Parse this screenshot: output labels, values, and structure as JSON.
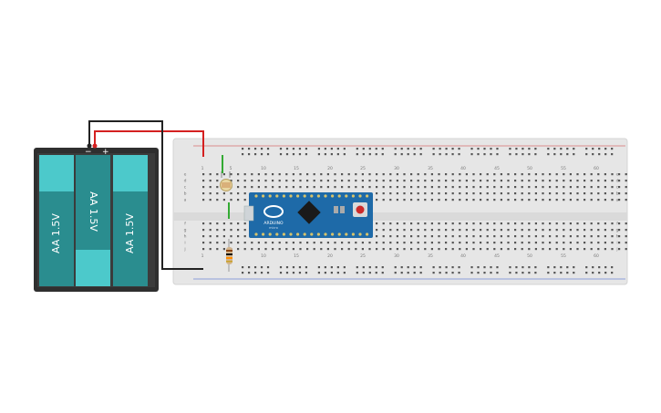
{
  "canvas": {
    "background": "#ffffff"
  },
  "battery_pack": {
    "cells": [
      {
        "label": "AA 1.5V",
        "orientation": "up"
      },
      {
        "label": "AA 1.5V",
        "orientation": "down"
      },
      {
        "label": "AA 1.5V",
        "orientation": "up"
      }
    ],
    "terminal_minus": "−",
    "terminal_plus": "+",
    "case_color": "#2f2f2f",
    "cell_color": "#2a8d8f",
    "cell_highlight": "#4cc9cb"
  },
  "breadboard": {
    "color": "#e6e6e6",
    "column_numbers_top": [
      "1",
      "5",
      "10",
      "15",
      "20",
      "25",
      "30",
      "35",
      "40",
      "45",
      "50",
      "55",
      "60"
    ],
    "column_numbers_bottom": [
      "1",
      "5",
      "10",
      "15",
      "20",
      "25",
      "30",
      "35",
      "40",
      "45",
      "50",
      "55",
      "60"
    ],
    "row_letters_top": [
      "a",
      "b",
      "c",
      "d",
      "e"
    ],
    "row_letters_bottom": [
      "f",
      "g",
      "h",
      "i",
      "j"
    ],
    "rail_minus_color": "#cc3333",
    "rail_plus_color": "#3355cc"
  },
  "components": {
    "microcontroller": {
      "name": "ARDUINO",
      "subtitle": "micro",
      "board_color": "#1e6aa8"
    },
    "photoresistor": {
      "name": "photoresistor"
    },
    "resistor": {
      "name": "resistor"
    }
  },
  "wires": {
    "red_color": "#d42020",
    "black_color": "#222222",
    "green_color": "#33aa33"
  }
}
